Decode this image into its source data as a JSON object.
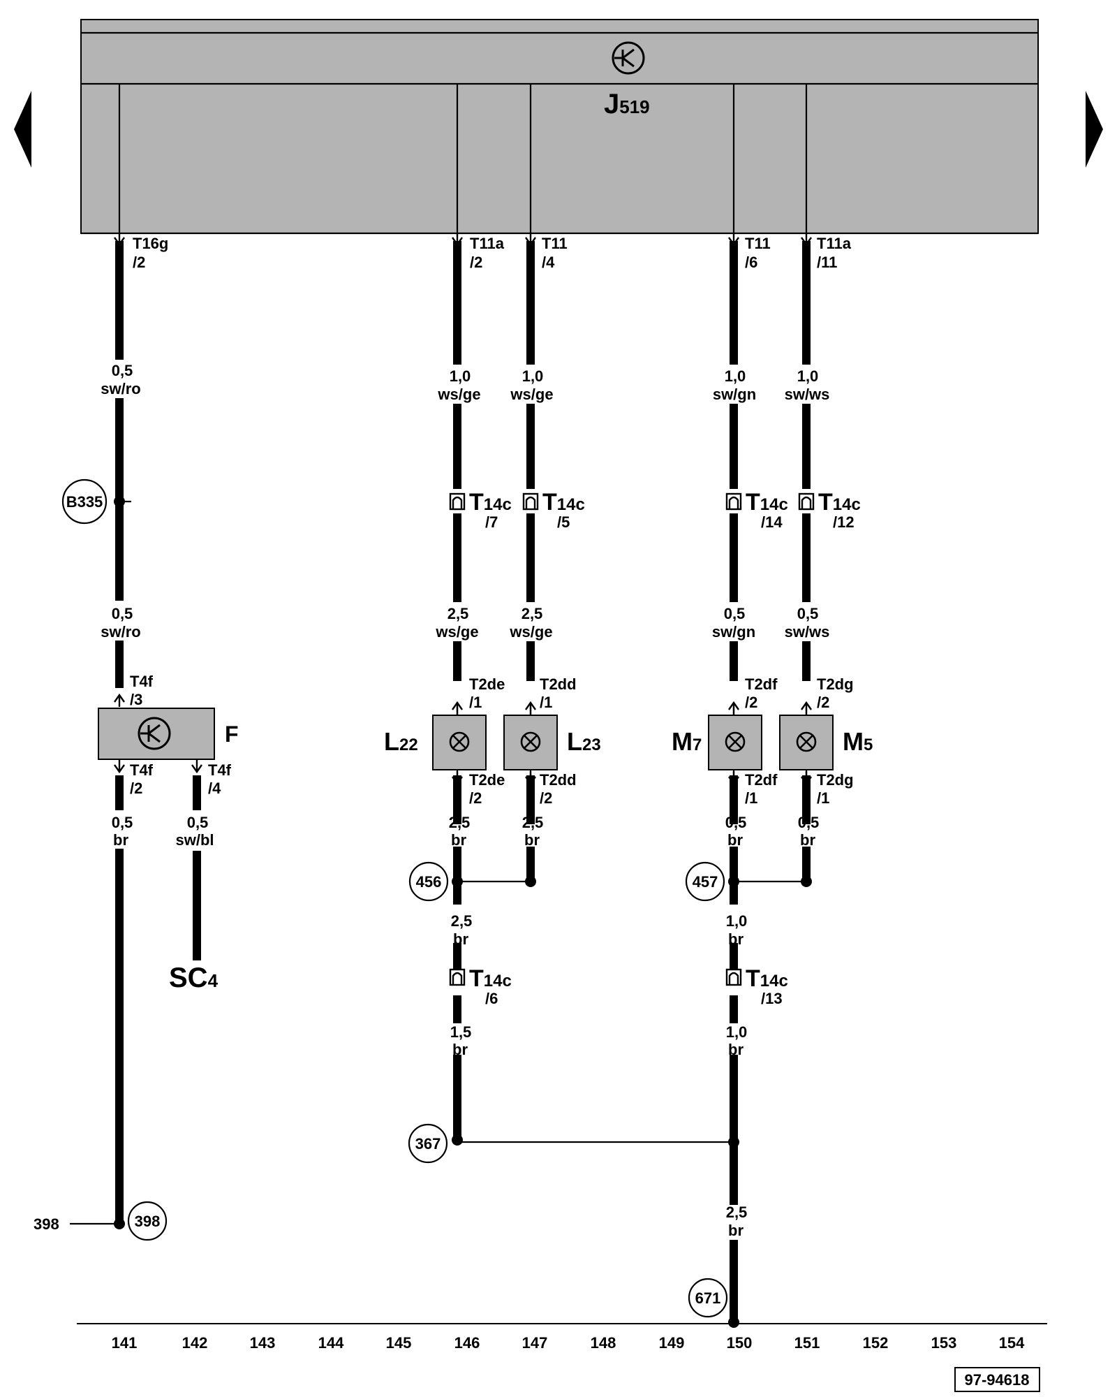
{
  "colors": {
    "component_fill": "#b4b4b4",
    "wire": "#000000",
    "background": "#ffffff"
  },
  "control_unit": {
    "name": "J",
    "sub": "519",
    "icon": "electronic-control-unit-icon"
  },
  "connectors_top": [
    {
      "id": "T16g",
      "pin": "/2"
    },
    {
      "id": "T11a",
      "pin": "/2"
    },
    {
      "id": "T11",
      "pin": "/4"
    },
    {
      "id": "T11",
      "pin": "/6"
    },
    {
      "id": "T11a",
      "pin": "/11"
    }
  ],
  "wire_specs": {
    "upper": [
      {
        "size": "0,5",
        "color": "sw/ro"
      },
      {
        "size": "1,0",
        "color": "ws/ge"
      },
      {
        "size": "1,0",
        "color": "ws/ge"
      },
      {
        "size": "1,0",
        "color": "sw/gn"
      },
      {
        "size": "1,0",
        "color": "sw/ws"
      }
    ],
    "middle": [
      {
        "size": "0,5",
        "color": "sw/ro"
      },
      {
        "size": "2,5",
        "color": "ws/ge"
      },
      {
        "size": "2,5",
        "color": "ws/ge"
      },
      {
        "size": "0,5",
        "color": "sw/gn"
      },
      {
        "size": "0,5",
        "color": "sw/ws"
      }
    ],
    "lower": [
      {
        "size": "0,5",
        "color": "br"
      },
      {
        "size": "0,5",
        "color": "sw/bl"
      },
      {
        "size": "2,5",
        "color": "br"
      },
      {
        "size": "2,5",
        "color": "br"
      },
      {
        "size": "0,5",
        "color": "br"
      },
      {
        "size": "0,5",
        "color": "br"
      }
    ],
    "after_junction": [
      {
        "size": "2,5",
        "color": "br"
      },
      {
        "size": "1,0",
        "color": "br"
      }
    ],
    "after_plug": [
      {
        "size": "1,5",
        "color": "br"
      },
      {
        "size": "1,0",
        "color": "br"
      }
    ],
    "ground": {
      "size": "2,5",
      "color": "br"
    }
  },
  "plug_T14c": {
    "name": "T",
    "sub": "14c",
    "pins_upper": [
      "/7",
      "/5",
      "/14",
      "/12"
    ],
    "pins_lower": [
      "/6",
      "/13"
    ]
  },
  "component_connectors": {
    "top": [
      {
        "id": "T4f",
        "pin": "/3"
      },
      {
        "id": "T2de",
        "pin": "/1"
      },
      {
        "id": "T2dd",
        "pin": "/1"
      },
      {
        "id": "T2df",
        "pin": "/2"
      },
      {
        "id": "T2dg",
        "pin": "/2"
      }
    ],
    "bottom": [
      {
        "id": "T4f",
        "pin": "/2"
      },
      {
        "id": "T4f",
        "pin": "/4"
      },
      {
        "id": "T2de",
        "pin": "/2"
      },
      {
        "id": "T2dd",
        "pin": "/2"
      },
      {
        "id": "T2df",
        "pin": "/1"
      },
      {
        "id": "T2dg",
        "pin": "/1"
      }
    ]
  },
  "components": {
    "F": {
      "name": "F"
    },
    "L22": {
      "name": "L",
      "sub": "22"
    },
    "L23": {
      "name": "L",
      "sub": "23"
    },
    "M7": {
      "name": "M",
      "sub": "7"
    },
    "M5": {
      "name": "M",
      "sub": "5"
    }
  },
  "sc": {
    "name": "SC",
    "sub": "4"
  },
  "points": {
    "b335": "B335",
    "p456": "456",
    "p457": "457",
    "p367": "367",
    "p398": "398",
    "p671": "671",
    "ref398": "398"
  },
  "track_numbers": [
    "141",
    "142",
    "143",
    "144",
    "145",
    "146",
    "147",
    "148",
    "149",
    "150",
    "151",
    "152",
    "153",
    "154"
  ],
  "doc_number": "97-94618",
  "nav": {
    "prev_icon": "left-triangle-icon",
    "next_icon": "right-triangle-icon"
  }
}
